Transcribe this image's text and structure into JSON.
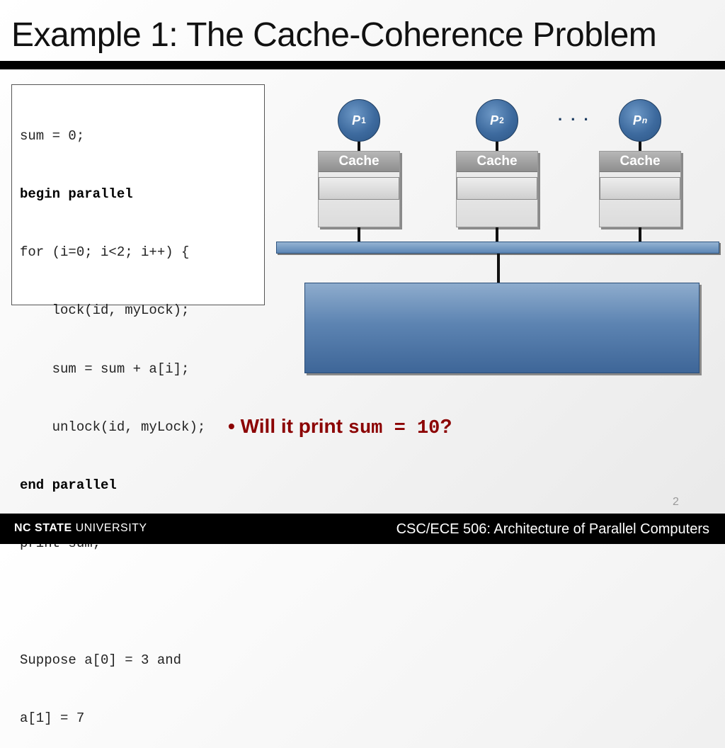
{
  "slide": {
    "title": "Example 1: The Cache-Coherence Problem",
    "page_number": "2"
  },
  "code": {
    "lines": [
      {
        "text": "sum = 0;",
        "bold": false
      },
      {
        "text": "begin parallel",
        "bold": true
      },
      {
        "text": "for (i=0; i<2; i++) {",
        "bold": false
      },
      {
        "text": "    lock(id, myLock);",
        "bold": false
      },
      {
        "text": "    sum = sum + a[i];",
        "bold": false
      },
      {
        "text": "    unlock(id, myLock);",
        "bold": false
      },
      {
        "text": "end parallel",
        "bold": true
      },
      {
        "text": "print sum;",
        "bold": false
      },
      {
        "text": "",
        "bold": false
      },
      {
        "text": "Suppose a[0] = 3 and",
        "bold": false
      },
      {
        "text": "a[1] = 7",
        "bold": false
      }
    ]
  },
  "diagram": {
    "processors": [
      {
        "label": "P",
        "subscript": "1"
      },
      {
        "label": "P",
        "subscript": "2"
      },
      {
        "label": "P",
        "subscript": "n"
      }
    ],
    "ellipsis": ". . .",
    "cache_label": "Cache"
  },
  "bullet": {
    "prefix": "Will it print ",
    "code": "sum = 10",
    "suffix": "?"
  },
  "footer": {
    "logo_bold": "NC STATE",
    "logo_rest": " UNIVERSITY",
    "course": "CSC/ECE 506: Architecture of Parallel Computers"
  },
  "colors": {
    "accent_red": "#8b0000",
    "diagram_blue": "#3e6698"
  }
}
